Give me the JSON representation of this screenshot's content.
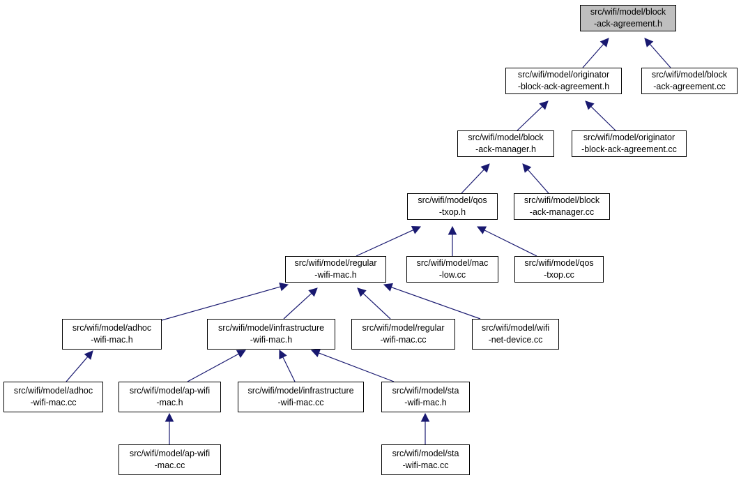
{
  "diagram": {
    "type": "include-dependency-graph",
    "colors": {
      "root_fill": "#bfbfbf",
      "node_fill": "#ffffff",
      "edge": "#191970",
      "border": "#000000"
    },
    "nodes": [
      {
        "id": "n0",
        "root": true,
        "lines": [
          "src/wifi/model/block",
          "-ack-agreement.h"
        ]
      },
      {
        "id": "n1",
        "lines": [
          "src/wifi/model/originator",
          "-block-ack-agreement.h"
        ]
      },
      {
        "id": "n2",
        "lines": [
          "src/wifi/model/block",
          "-ack-agreement.cc"
        ]
      },
      {
        "id": "n3",
        "lines": [
          "src/wifi/model/block",
          "-ack-manager.h"
        ]
      },
      {
        "id": "n4",
        "lines": [
          "src/wifi/model/originator",
          "-block-ack-agreement.cc"
        ]
      },
      {
        "id": "n5",
        "lines": [
          "src/wifi/model/qos",
          "-txop.h"
        ]
      },
      {
        "id": "n6",
        "lines": [
          "src/wifi/model/block",
          "-ack-manager.cc"
        ]
      },
      {
        "id": "n7",
        "lines": [
          "src/wifi/model/regular",
          "-wifi-mac.h"
        ]
      },
      {
        "id": "n8",
        "lines": [
          "src/wifi/model/mac",
          "-low.cc"
        ]
      },
      {
        "id": "n9",
        "lines": [
          "src/wifi/model/qos",
          "-txop.cc"
        ]
      },
      {
        "id": "n10",
        "lines": [
          "src/wifi/model/adhoc",
          "-wifi-mac.h"
        ]
      },
      {
        "id": "n11",
        "lines": [
          "src/wifi/model/infrastructure",
          "-wifi-mac.h"
        ]
      },
      {
        "id": "n12",
        "lines": [
          "src/wifi/model/regular",
          "-wifi-mac.cc"
        ]
      },
      {
        "id": "n13",
        "lines": [
          "src/wifi/model/wifi",
          "-net-device.cc"
        ]
      },
      {
        "id": "n14",
        "lines": [
          "src/wifi/model/adhoc",
          "-wifi-mac.cc"
        ]
      },
      {
        "id": "n15",
        "lines": [
          "src/wifi/model/ap-wifi",
          "-mac.h"
        ]
      },
      {
        "id": "n16",
        "lines": [
          "src/wifi/model/infrastructure",
          "-wifi-mac.cc"
        ]
      },
      {
        "id": "n17",
        "lines": [
          "src/wifi/model/sta",
          "-wifi-mac.h"
        ]
      },
      {
        "id": "n18",
        "lines": [
          "src/wifi/model/ap-wifi",
          "-mac.cc"
        ]
      },
      {
        "id": "n19",
        "lines": [
          "src/wifi/model/sta",
          "-wifi-mac.cc"
        ]
      }
    ],
    "edges": [
      {
        "from": "n1",
        "to": "n0"
      },
      {
        "from": "n2",
        "to": "n0"
      },
      {
        "from": "n3",
        "to": "n1"
      },
      {
        "from": "n4",
        "to": "n1"
      },
      {
        "from": "n5",
        "to": "n3"
      },
      {
        "from": "n6",
        "to": "n3"
      },
      {
        "from": "n7",
        "to": "n5"
      },
      {
        "from": "n8",
        "to": "n5"
      },
      {
        "from": "n9",
        "to": "n5"
      },
      {
        "from": "n10",
        "to": "n7"
      },
      {
        "from": "n11",
        "to": "n7"
      },
      {
        "from": "n12",
        "to": "n7"
      },
      {
        "from": "n13",
        "to": "n7"
      },
      {
        "from": "n14",
        "to": "n10"
      },
      {
        "from": "n15",
        "to": "n11"
      },
      {
        "from": "n16",
        "to": "n11"
      },
      {
        "from": "n17",
        "to": "n11"
      },
      {
        "from": "n18",
        "to": "n15"
      },
      {
        "from": "n19",
        "to": "n17"
      }
    ]
  }
}
